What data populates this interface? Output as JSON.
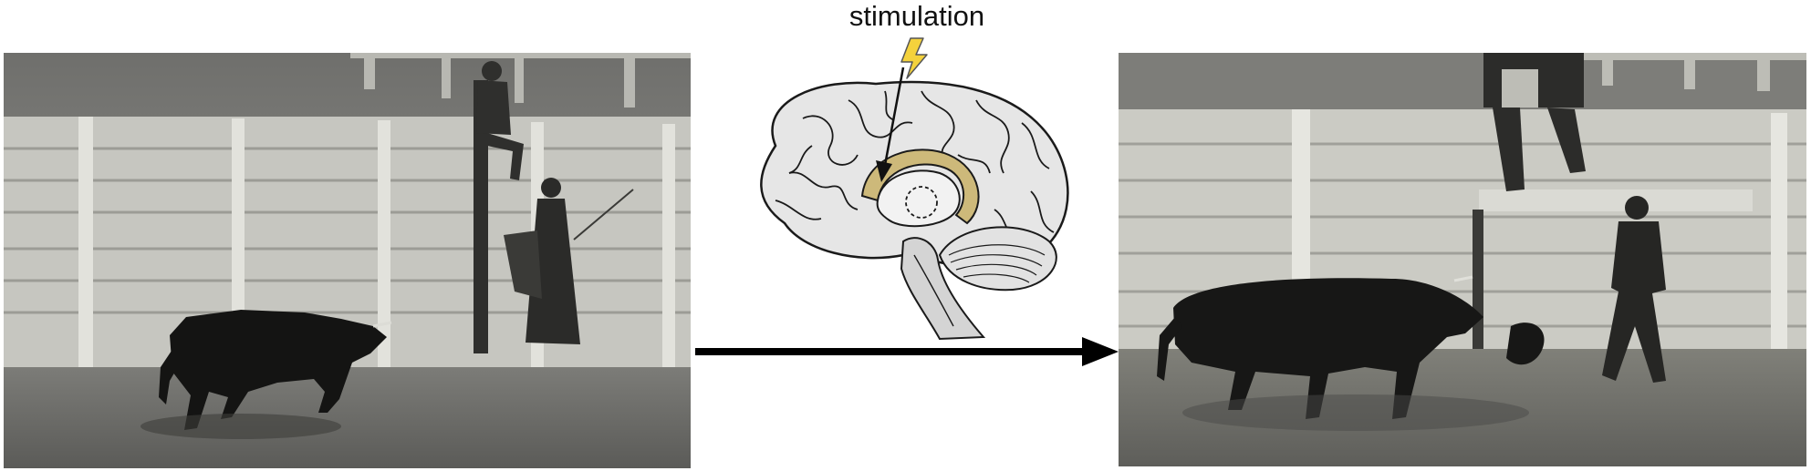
{
  "labels": {
    "stimulation": "stimulation"
  },
  "images": {
    "left_photo": "bullfight-before",
    "right_photo": "bullfight-after"
  },
  "colors": {
    "highlight": "#cdb97a",
    "bolt": "#f4d23c",
    "photo_tone": "#8a8a86"
  }
}
